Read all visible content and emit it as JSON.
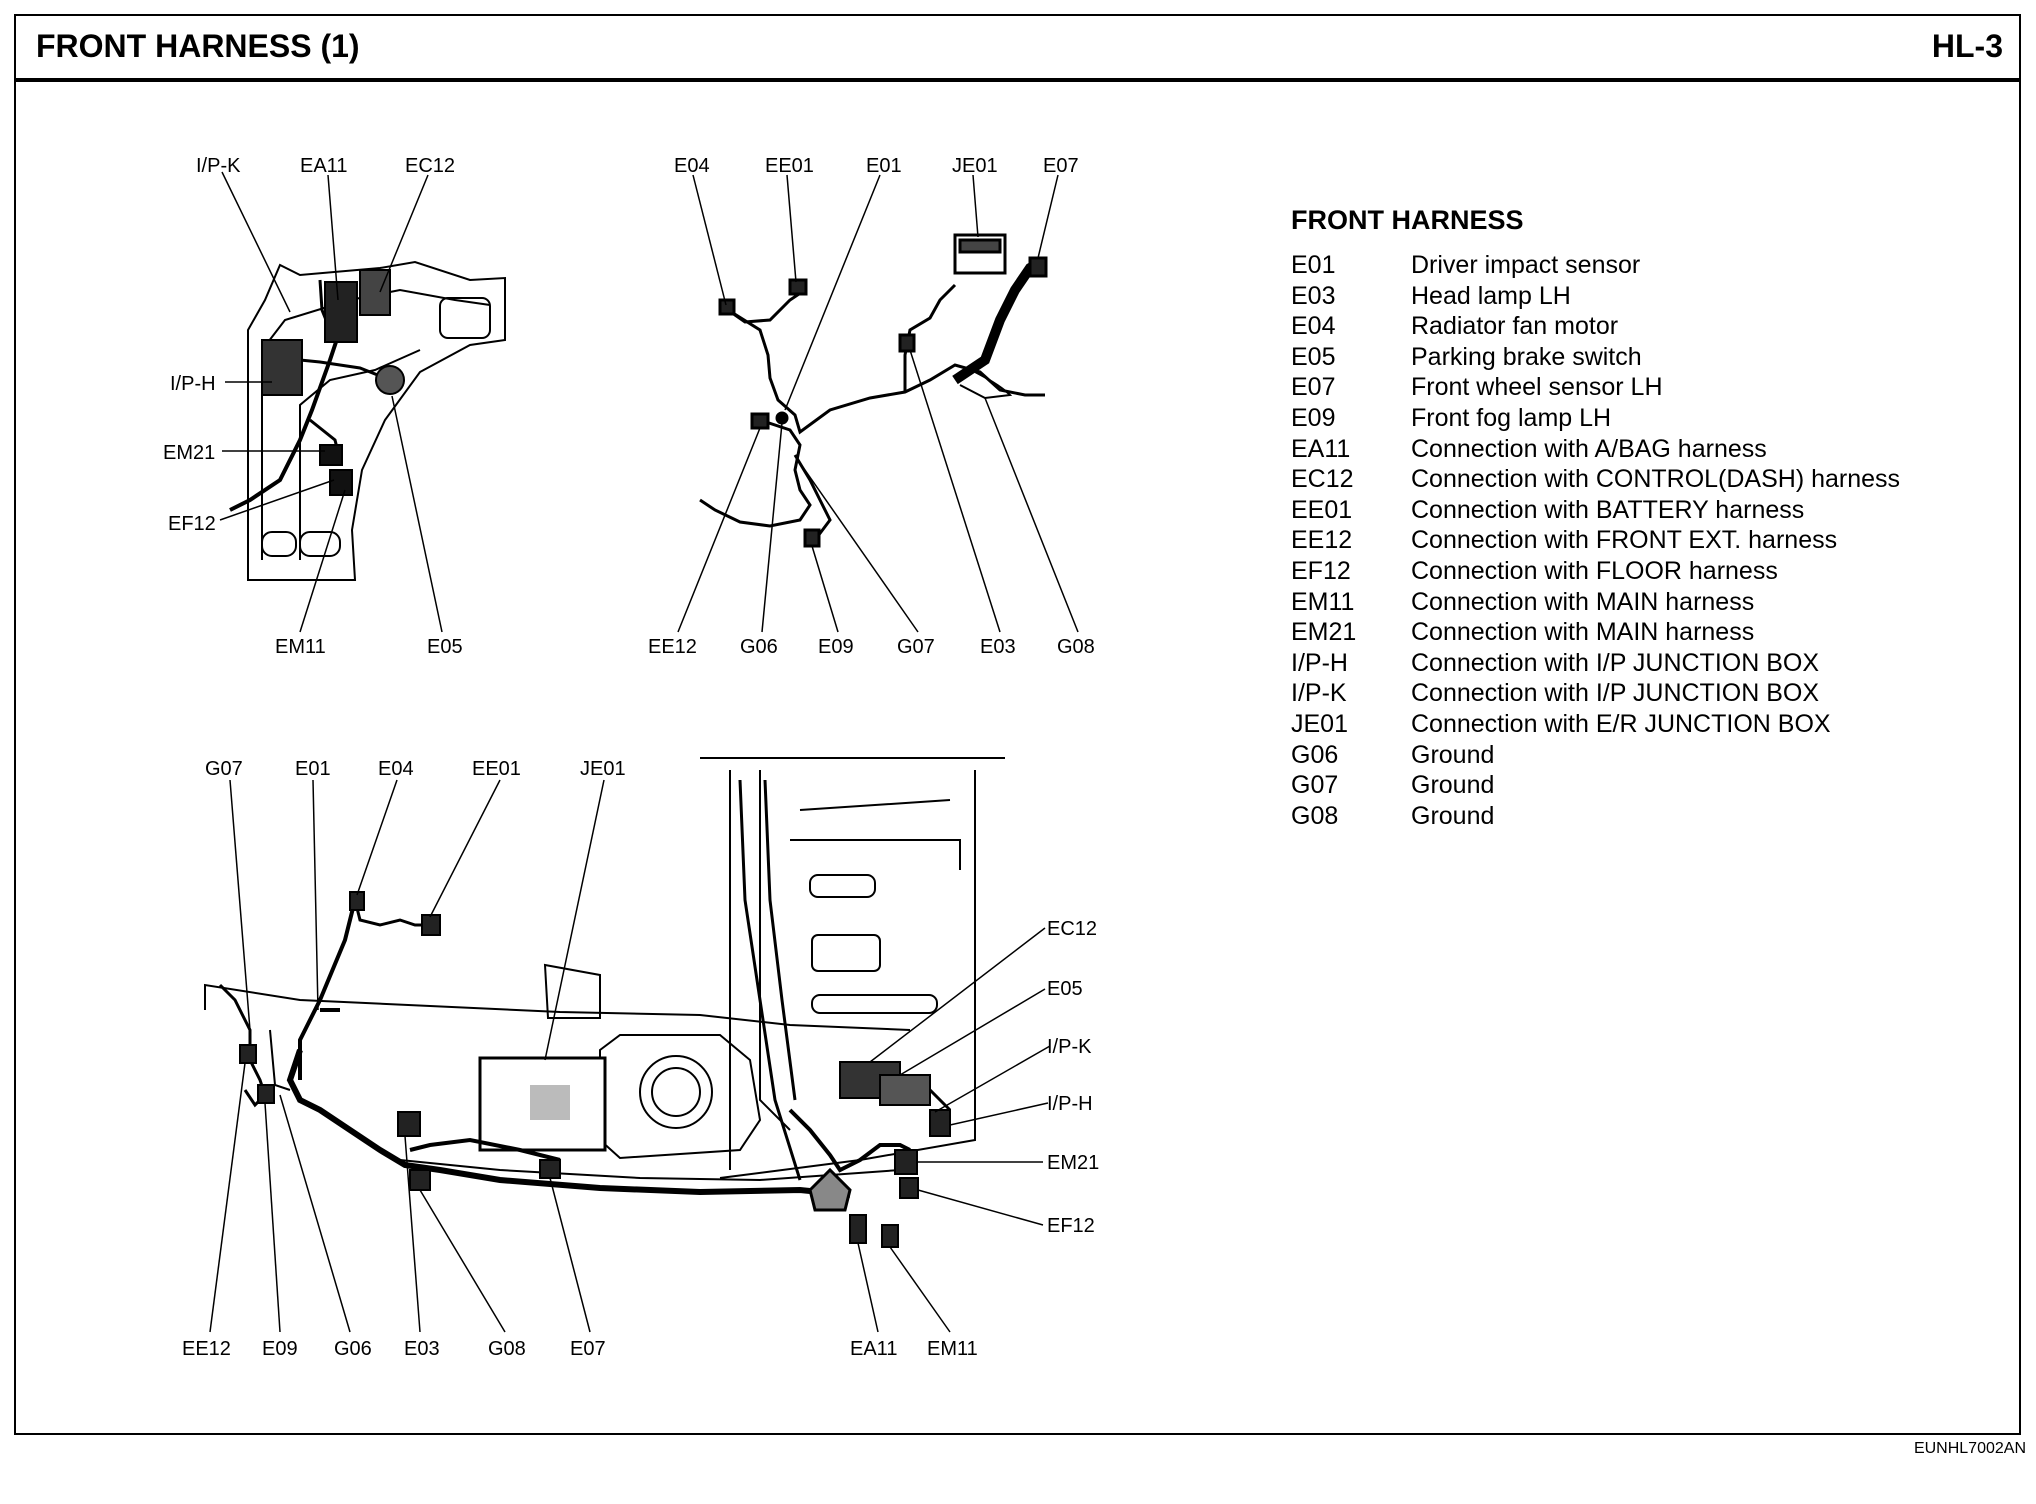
{
  "header": {
    "title": "FRONT HARNESS (1)",
    "page": "HL-3"
  },
  "legend": {
    "title": "FRONT HARNESS",
    "items": [
      {
        "code": "E01",
        "desc": "Driver impact sensor"
      },
      {
        "code": "E03",
        "desc": "Head lamp LH"
      },
      {
        "code": "E04",
        "desc": "Radiator fan motor"
      },
      {
        "code": "E05",
        "desc": "Parking brake switch"
      },
      {
        "code": "E07",
        "desc": "Front wheel sensor LH"
      },
      {
        "code": "E09",
        "desc": "Front fog lamp LH"
      },
      {
        "code": "EA11",
        "desc": "Connection with A/BAG harness"
      },
      {
        "code": "EC12",
        "desc": "Connection with CONTROL(DASH) harness"
      },
      {
        "code": "EE01",
        "desc": "Connection with BATTERY harness"
      },
      {
        "code": "EE12",
        "desc": "Connection with FRONT EXT. harness"
      },
      {
        "code": "EF12",
        "desc": "Connection with FLOOR harness"
      },
      {
        "code": "EM11",
        "desc": "Connection with MAIN harness"
      },
      {
        "code": "EM21",
        "desc": "Connection with MAIN harness"
      },
      {
        "code": "I/P-H",
        "desc": "Connection with I/P JUNCTION BOX"
      },
      {
        "code": "I/P-K",
        "desc": "Connection with I/P JUNCTION BOX"
      },
      {
        "code": "JE01",
        "desc": "Connection with E/R JUNCTION BOX"
      },
      {
        "code": "G06",
        "desc": "Ground"
      },
      {
        "code": "G07",
        "desc": "Ground"
      },
      {
        "code": "G08",
        "desc": "Ground"
      }
    ]
  },
  "diagram1": {
    "labels": {
      "ipk": "I/P-K",
      "ea11": "EA11",
      "ec12": "EC12",
      "iph": "I/P-H",
      "em21": "EM21",
      "ef12": "EF12",
      "em11": "EM11",
      "e05": "E05"
    }
  },
  "diagram2": {
    "labels": {
      "e04": "E04",
      "ee01": "EE01",
      "e01": "E01",
      "je01": "JE01",
      "e07": "E07",
      "ee12": "EE12",
      "g06": "G06",
      "e09": "E09",
      "g07": "G07",
      "e03": "E03",
      "g08": "G08"
    }
  },
  "diagram3": {
    "labels": {
      "g07": "G07",
      "e01": "E01",
      "e04": "E04",
      "ee01": "EE01",
      "je01": "JE01",
      "ec12": "EC12",
      "e05": "E05",
      "ipk": "I/P-K",
      "iph": "I/P-H",
      "em21": "EM21",
      "ef12": "EF12",
      "ee12": "EE12",
      "e09": "E09",
      "g06": "G06",
      "e03": "E03",
      "g08": "G08",
      "e07": "E07",
      "ea11": "EA11",
      "em11": "EM11"
    }
  },
  "footer": {
    "code": "EUNHL7002AN"
  }
}
